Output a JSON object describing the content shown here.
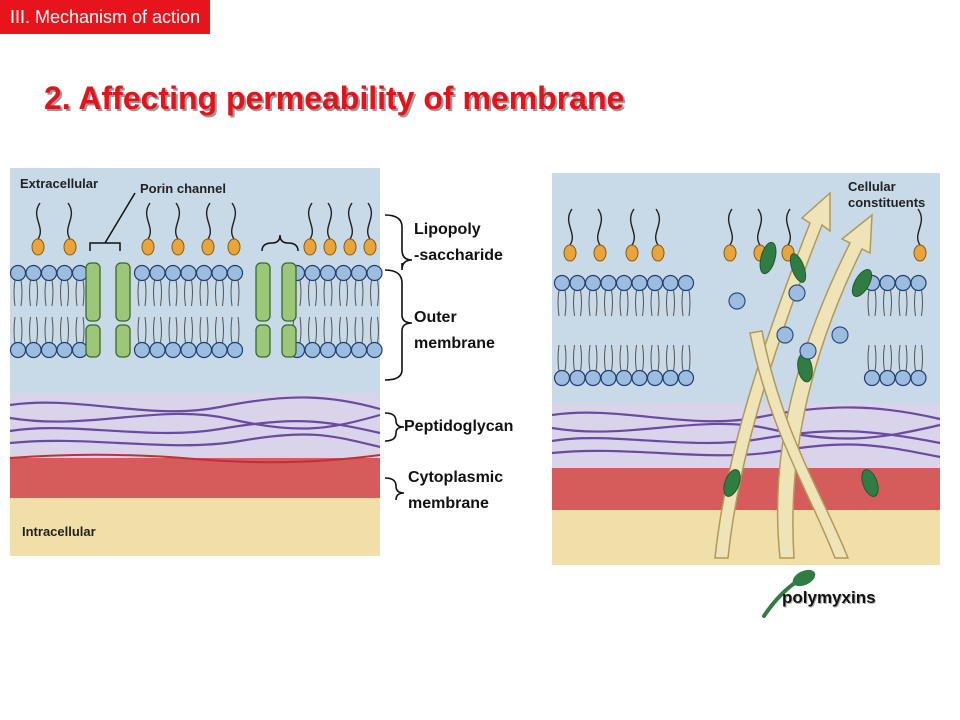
{
  "header": {
    "section_tag": "III. Mechanism of action",
    "title": "2. Affecting permeability of membrane"
  },
  "left_figure": {
    "extracellular": "Extracellular",
    "porin_channel": "Porin channel",
    "intracellular": "Intracellular"
  },
  "right_figure": {
    "cellular_line1": "Cellular",
    "cellular_line2": "constituents"
  },
  "labels": {
    "lipopoly_line1": "Lipopoly",
    "lipopoly_line2": "-saccharide",
    "outer_line1": "Outer",
    "outer_line2": "membrane",
    "peptidoglycan": "Peptidoglycan",
    "cytoplasmic_line1": "Cytoplasmic",
    "cytoplasmic_line2": "membrane"
  },
  "legend": {
    "polymyxins": "polymyxins"
  },
  "colors": {
    "title_red": "#e0141b",
    "tag_bg": "#e8141b",
    "extracellular_blue": "#c5d8e8",
    "lipid_head": "#9dbde0",
    "lps_orange": "#e8a53c",
    "porin_green": "#9cc77a",
    "peptidoglycan_purple": "#6a4aa2",
    "cytoplasmic_red": "#d65555",
    "intracellular_tan": "#f0dfa8",
    "polymyxin_green": "#2f7d43"
  }
}
